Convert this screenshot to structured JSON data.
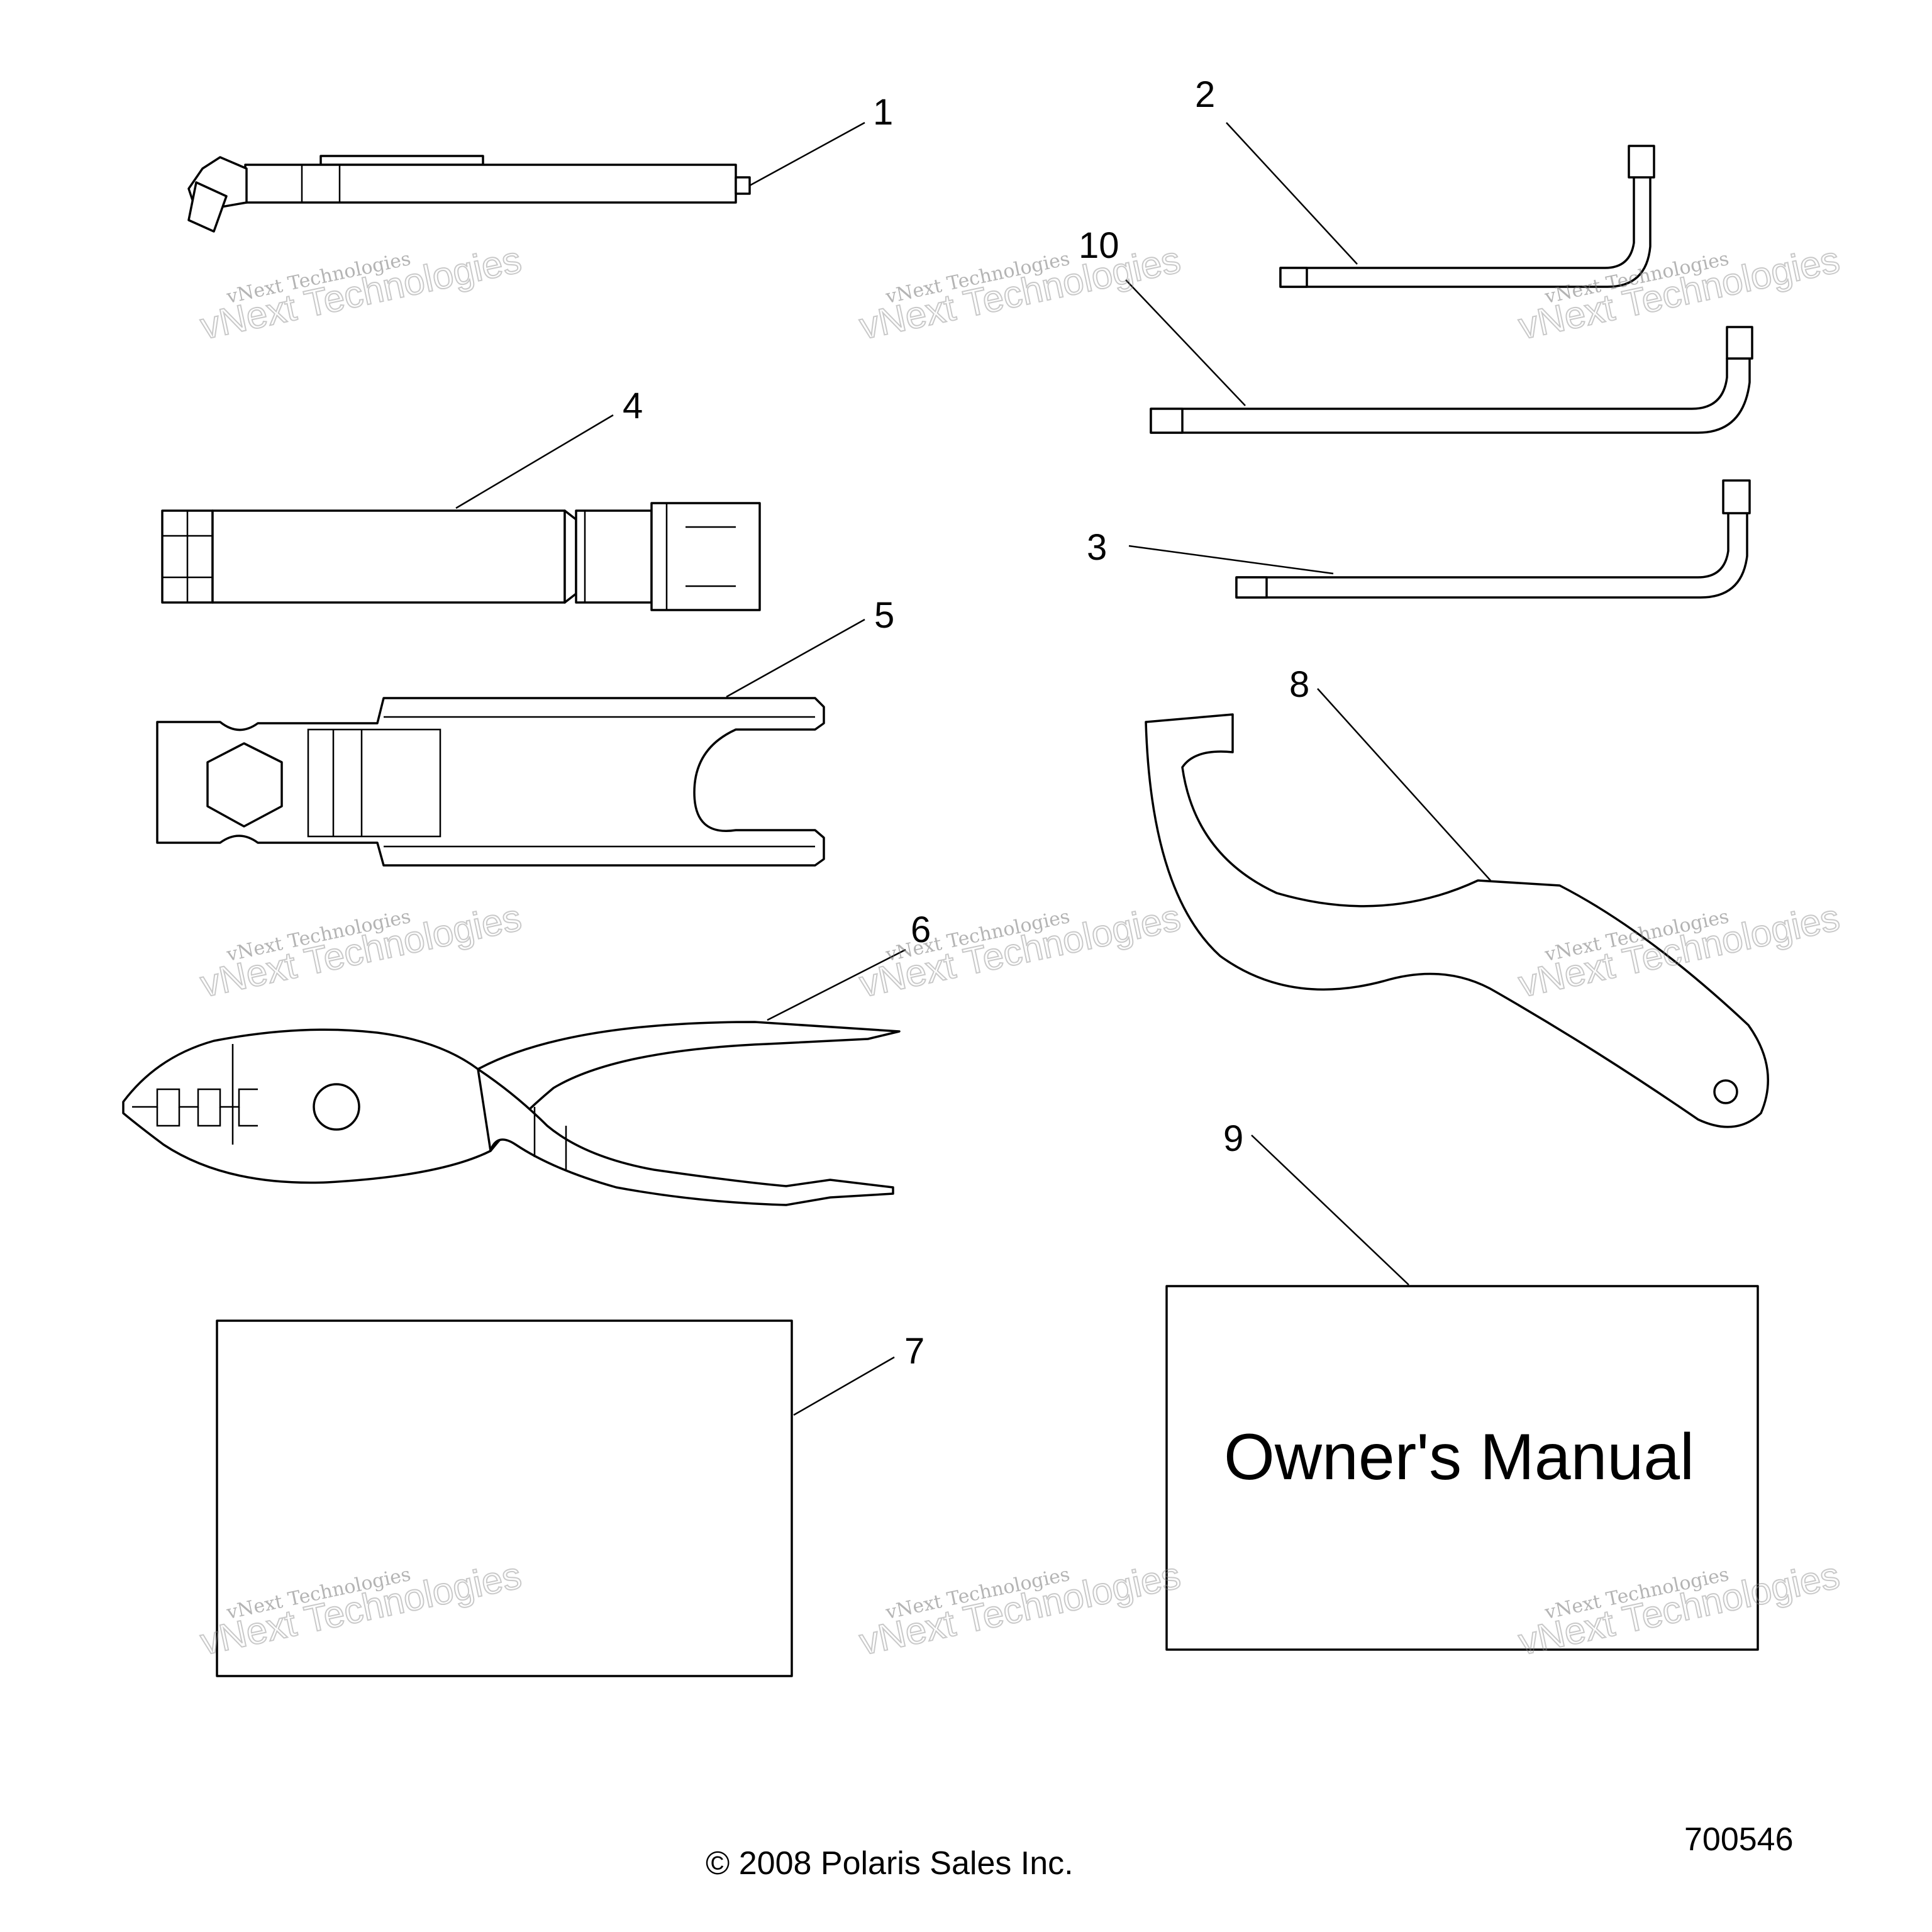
{
  "callouts": [
    "1",
    "2",
    "3",
    "4",
    "5",
    "6",
    "7",
    "8",
    "9",
    "10"
  ],
  "manual_label": "Owner's Manual",
  "copyright": "© 2008 Polaris Sales Inc.",
  "figure_number": "700546",
  "watermark": {
    "line1": "vNext Technologies",
    "line2": "vNext Technologies"
  }
}
